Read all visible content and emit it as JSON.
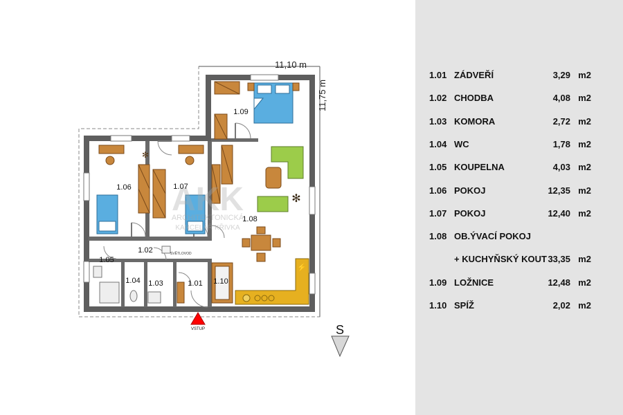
{
  "plan": {
    "width_dim": "11,10 m",
    "depth_dim": "11,75 m",
    "entrance": "VSTUP",
    "skylight": "SVĚTLOVOD",
    "north": "S",
    "watermark": {
      "logo": "AKK",
      "line1": "ARCHITEKTONICKÁ",
      "line2": "KANCELÁŘ KŘIVKA"
    },
    "room_labels": [
      "1.01",
      "1.02",
      "1.03",
      "1.04",
      "1.05",
      "1.06",
      "1.07",
      "1.08",
      "1.09",
      "1.10"
    ]
  },
  "rooms": [
    {
      "num": "1.01",
      "name": "ZÁDVEŘÍ",
      "area": "3,29",
      "unit": "m2"
    },
    {
      "num": "1.02",
      "name": "CHODBA",
      "area": "4,08",
      "unit": "m2"
    },
    {
      "num": "1.03",
      "name": "KOMORA",
      "area": "2,72",
      "unit": "m2"
    },
    {
      "num": "1.04",
      "name": "WC",
      "area": "1,78",
      "unit": "m2"
    },
    {
      "num": "1.05",
      "name": "KOUPELNA",
      "area": "4,03",
      "unit": "m2"
    },
    {
      "num": "1.06",
      "name": "POKOJ",
      "area": "12,35",
      "unit": "m2"
    },
    {
      "num": "1.07",
      "name": "POKOJ",
      "area": "12,40",
      "unit": "m2"
    },
    {
      "num": "1.08",
      "name": "OB.ÝVACÍ POKOJ",
      "area": "",
      "unit": ""
    },
    {
      "num": "",
      "name": "+ KUCHYŇSKÝ KOUT",
      "area": "33,35",
      "unit": "m2"
    },
    {
      "num": "1.09",
      "name": "LOŽNICE",
      "area": "12,48",
      "unit": "m2"
    },
    {
      "num": "1.10",
      "name": "SPÍŽ",
      "area": "2,02",
      "unit": "m2"
    }
  ]
}
